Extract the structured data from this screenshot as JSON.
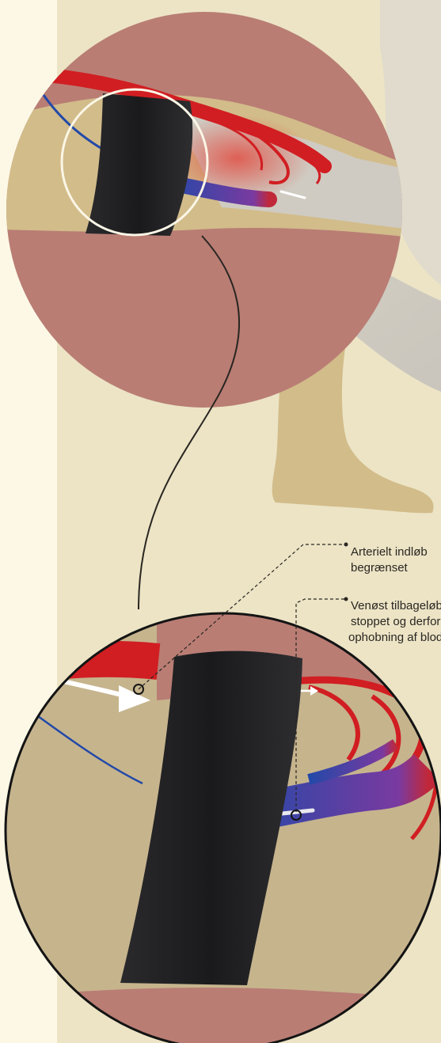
{
  "callouts": {
    "arterial": {
      "lines": [
        "Arterielt indløb",
        "begrænset"
      ]
    },
    "venous": {
      "lines": [
        "Venøst tilbageløb",
        "stoppet og derfor",
        "ophobning af blod"
      ]
    }
  },
  "colors": {
    "page_background": "#fdf8e6",
    "tan_panel": "#ece4c5",
    "circle_pink": "#b97d74",
    "skin": "#d2bc8a",
    "cuff": "#1e1e20",
    "artery": "#d11e22",
    "vein": "#2249a8",
    "garment": "#d9d6cf"
  },
  "icons": [
    "cuff",
    "artery",
    "vein",
    "flow-arrow",
    "blocked-flow-marker"
  ]
}
